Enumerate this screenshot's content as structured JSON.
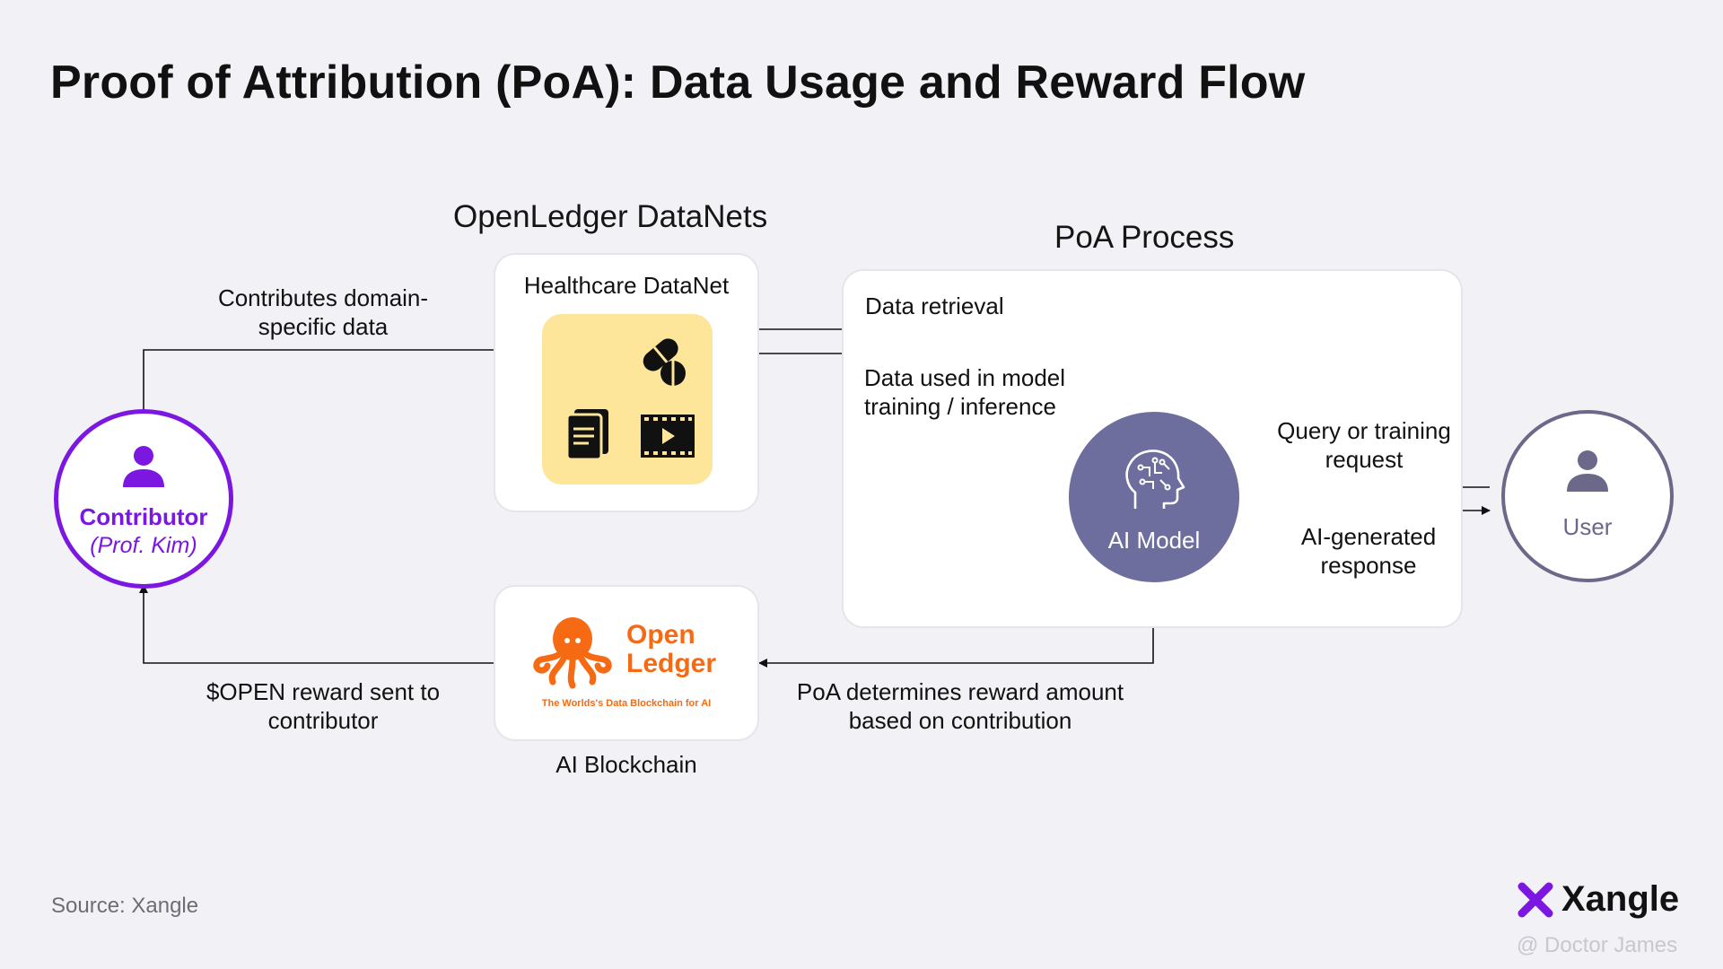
{
  "title": "Proof of Attribution (PoA): Data Usage and Reward Flow",
  "datanets": {
    "title": "OpenLedger DataNets",
    "card_label": "Healthcare DataNet",
    "icons": [
      "pills-icon",
      "document-icon",
      "video-icon"
    ]
  },
  "poa": {
    "title": "PoA Process",
    "data_retrieval": "Data retrieval",
    "data_used_line1": "Data used in model",
    "data_used_line2": "training / inference",
    "ai_model": "AI Model",
    "query_line1": "Query or training",
    "query_line2": "request",
    "response_line1": "AI-generated",
    "response_line2": "response"
  },
  "contributor": {
    "name": "Contributor",
    "sub": "(Prof. Kim)",
    "contributes_line1": "Contributes domain-",
    "contributes_line2": "specific data",
    "reward_line1": "$OPEN reward sent to",
    "reward_line2": "contributor"
  },
  "user": {
    "name": "User"
  },
  "blockchain": {
    "logo_open": "Open",
    "logo_ledger": "Ledger",
    "tagline": "The Worlds's Data Blockchain for AI",
    "label": "AI Blockchain",
    "reward_line1": "PoA determines reward amount",
    "reward_line2": "based on contribution"
  },
  "footer": {
    "source": "Source: Xangle",
    "brand": "Xangle",
    "watermark": "@ Doctor James"
  },
  "colors": {
    "purple": "#7b17e0",
    "ai_model": "#6e6e9e",
    "user_ring": "#6b688a",
    "datanet_tile": "#fde59a",
    "openledger_orange": "#f56a12"
  }
}
